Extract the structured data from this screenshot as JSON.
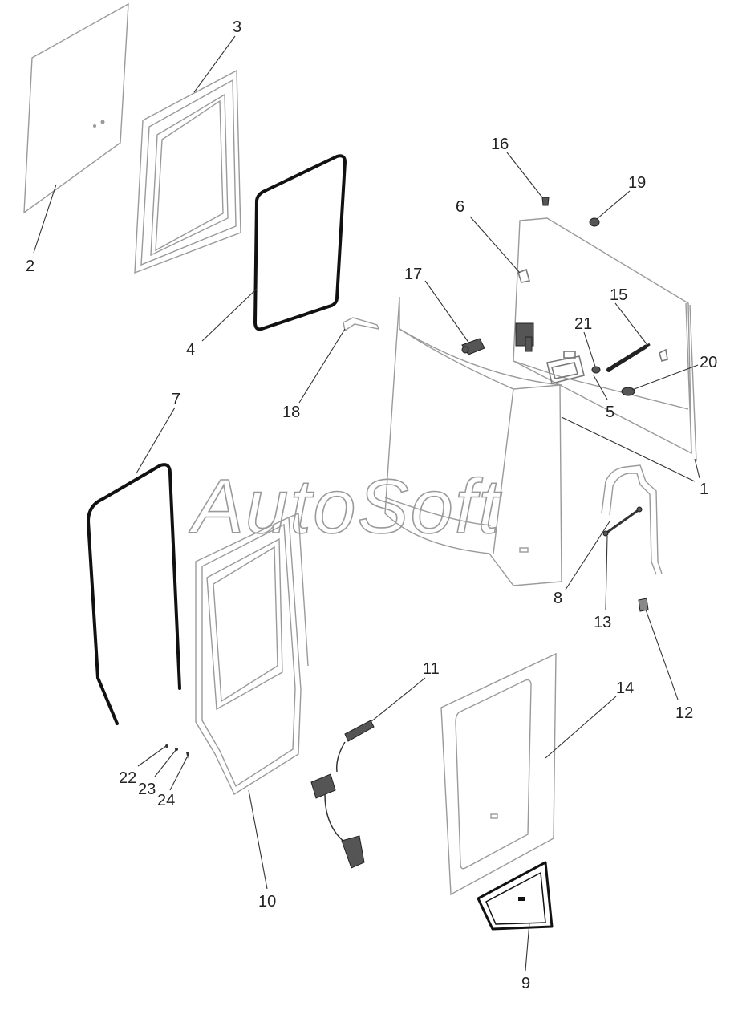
{
  "watermark": "AutoSoft",
  "callouts": {
    "c1": "1",
    "c2": "2",
    "c3": "3",
    "c4": "4",
    "c5": "5",
    "c6": "6",
    "c7": "7",
    "c8": "8",
    "c9": "9",
    "c10": "10",
    "c11": "11",
    "c12": "12",
    "c13": "13",
    "c14": "14",
    "c15": "15",
    "c16": "16",
    "c17": "17",
    "c18": "18",
    "c19": "19",
    "c20": "20",
    "c21": "21",
    "c22": "22",
    "c23": "23",
    "c24": "24"
  }
}
